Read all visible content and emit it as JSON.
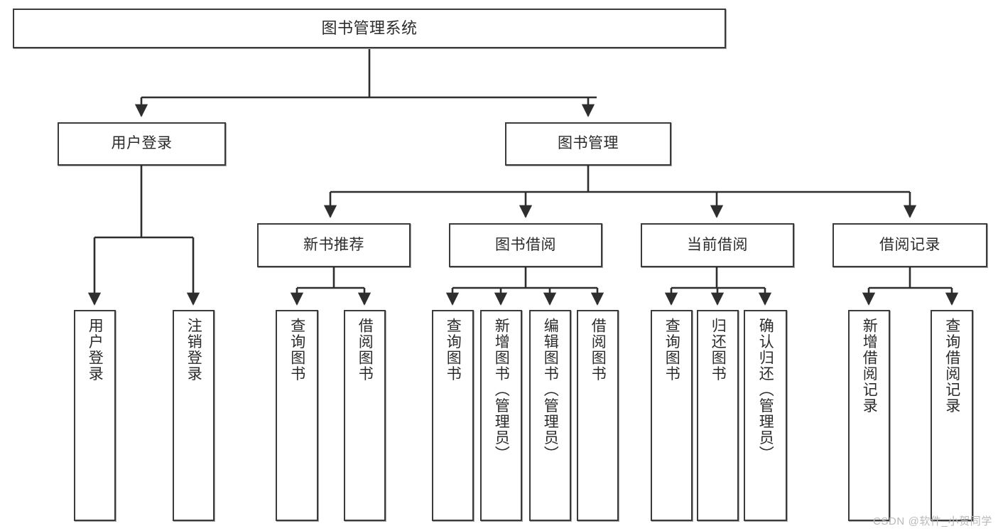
{
  "diagram": {
    "title": "图书管理系统",
    "type": "功能结构图",
    "stroke_color": "#3b3b3b",
    "fill_color": "#ffffff",
    "text_color": "#2b2b2b",
    "watermark": "CSDN @软件_小贺同学"
  },
  "nodes": {
    "root": {
      "label": "图书管理系统"
    },
    "level2": [
      {
        "label": "用户登录"
      },
      {
        "label": "图书管理"
      }
    ],
    "level3": [
      {
        "label": "新书推荐"
      },
      {
        "label": "图书借阅"
      },
      {
        "label": "当前借阅"
      },
      {
        "label": "借阅记录"
      }
    ],
    "leaves_user_login": [
      {
        "label": "用户登录"
      },
      {
        "label": "注销登录"
      }
    ],
    "leaves_new_book": [
      {
        "label": "查询图书"
      },
      {
        "label": "借阅图书"
      }
    ],
    "leaves_borrow": [
      {
        "label": "查询图书"
      },
      {
        "label": "新增图书（管理员）"
      },
      {
        "label": "编辑图书（管理员）"
      },
      {
        "label": "借阅图书"
      }
    ],
    "leaves_current": [
      {
        "label": "查询图书"
      },
      {
        "label": "归还图书"
      },
      {
        "label": "确认归还（管理员）"
      }
    ],
    "leaves_records": [
      {
        "label": "新增借阅记录"
      },
      {
        "label": "查询借阅记录"
      }
    ]
  }
}
